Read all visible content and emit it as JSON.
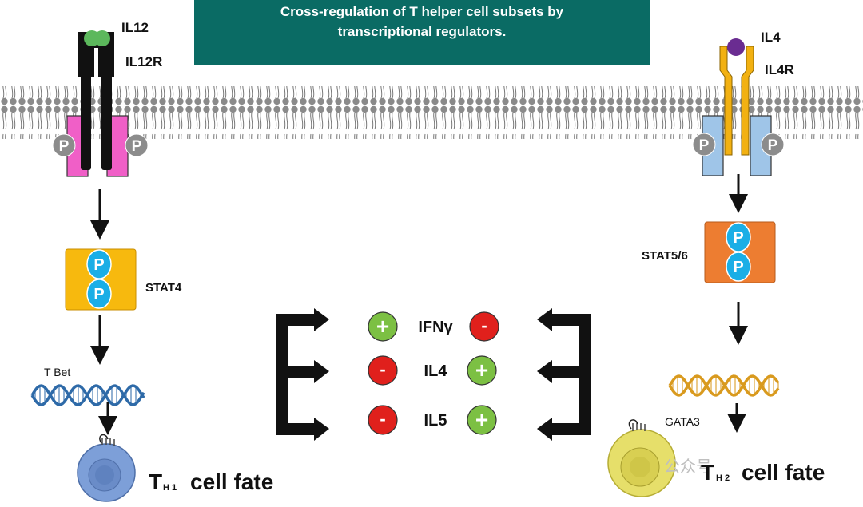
{
  "title": {
    "line1": "Cross-regulation of T helper cell subsets by",
    "line2": "transcriptional regulators."
  },
  "left": {
    "ligand": "IL12",
    "receptor": "IL12R",
    "phospho": "P",
    "stat": "STAT4",
    "tf": "T Bet",
    "fate_main": "T",
    "fate_sub": "H 1",
    "fate_rest": "cell fate"
  },
  "right": {
    "ligand": "IL4",
    "receptor": "IL4R",
    "phospho": "P",
    "stat": "STAT5/6",
    "tf": "GATA3",
    "fate_main": "T",
    "fate_sub": "H 2",
    "fate_rest": "cell fate"
  },
  "center": {
    "rows": [
      {
        "cytokine": "IFNγ",
        "left_sign": "+",
        "right_sign": "-"
      },
      {
        "cytokine": "IL4",
        "left_sign": "-",
        "right_sign": "+"
      },
      {
        "cytokine": "IL5",
        "left_sign": "-",
        "right_sign": "+"
      }
    ]
  },
  "watermark": "公众号",
  "colors": {
    "banner": "#0a6b64",
    "plus": "#7cc043",
    "minus": "#e0201c",
    "phospho_blue": "#1aaee6",
    "stat4": "#f7b90e",
    "stat56": "#ed7d31",
    "il12r_box": "#f05fc7",
    "il4r_box": "#9fc5e8",
    "il4r": "#f2b112",
    "il12": "#5cb85c",
    "il4": "#6a2c91",
    "dna_left": "#2e6aa8",
    "dna_right": "#d99a1e",
    "cell_left": "#7d9fd8",
    "cell_right": "#e6df6a"
  }
}
